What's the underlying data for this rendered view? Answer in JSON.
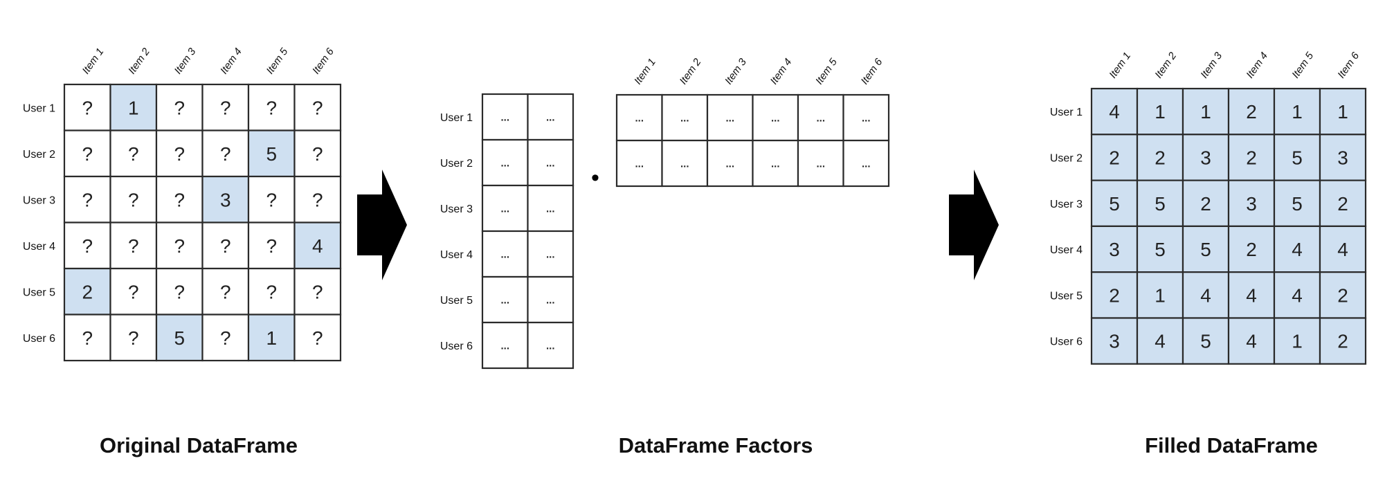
{
  "original": {
    "caption": "Original DataFrame",
    "items": [
      "Item 1",
      "Item 2",
      "Item 3",
      "Item 4",
      "Item 5",
      "Item 6"
    ],
    "users": [
      "User 1",
      "User 2",
      "User 3",
      "User 4",
      "User 5",
      "User 6"
    ],
    "cells": [
      [
        "?",
        "1",
        "?",
        "?",
        "?",
        "?"
      ],
      [
        "?",
        "?",
        "?",
        "?",
        "5",
        "?"
      ],
      [
        "?",
        "?",
        "?",
        "3",
        "?",
        "?"
      ],
      [
        "?",
        "?",
        "?",
        "?",
        "?",
        "4"
      ],
      [
        "2",
        "?",
        "?",
        "?",
        "?",
        "?"
      ],
      [
        "?",
        "?",
        "5",
        "?",
        "1",
        "?"
      ]
    ]
  },
  "factors": {
    "caption": "DataFrame Factors",
    "users": [
      "User 1",
      "User 2",
      "User 3",
      "User 4",
      "User 5",
      "User 6"
    ],
    "items": [
      "Item 1",
      "Item 2",
      "Item 3",
      "Item 4",
      "Item 5",
      "Item 6"
    ],
    "user_factor_cells": [
      [
        "...",
        "..."
      ],
      [
        "...",
        "..."
      ],
      [
        "...",
        "..."
      ],
      [
        "...",
        "..."
      ],
      [
        "...",
        "..."
      ],
      [
        "...",
        "..."
      ]
    ],
    "item_factor_cells": [
      [
        "...",
        "...",
        "...",
        "...",
        "...",
        "..."
      ],
      [
        "...",
        "...",
        "...",
        "...",
        "...",
        "..."
      ]
    ],
    "operator": "•"
  },
  "filled": {
    "caption": "Filled DataFrame",
    "items": [
      "Item 1",
      "Item 2",
      "Item 3",
      "Item 4",
      "Item 5",
      "Item 6"
    ],
    "users": [
      "User 1",
      "User 2",
      "User 3",
      "User 4",
      "User 5",
      "User 6"
    ],
    "cells": [
      [
        "4",
        "1",
        "1",
        "2",
        "1",
        "1"
      ],
      [
        "2",
        "2",
        "3",
        "2",
        "5",
        "3"
      ],
      [
        "5",
        "5",
        "2",
        "3",
        "5",
        "2"
      ],
      [
        "3",
        "5",
        "5",
        "2",
        "4",
        "4"
      ],
      [
        "2",
        "1",
        "4",
        "4",
        "4",
        "2"
      ],
      [
        "3",
        "4",
        "5",
        "4",
        "1",
        "2"
      ]
    ]
  },
  "colors": {
    "highlight": "#cfe0f1",
    "border": "#2a2a2a",
    "arrow": "#000000"
  },
  "icons": [
    "arrow-right-icon",
    "arrow-right-icon"
  ]
}
